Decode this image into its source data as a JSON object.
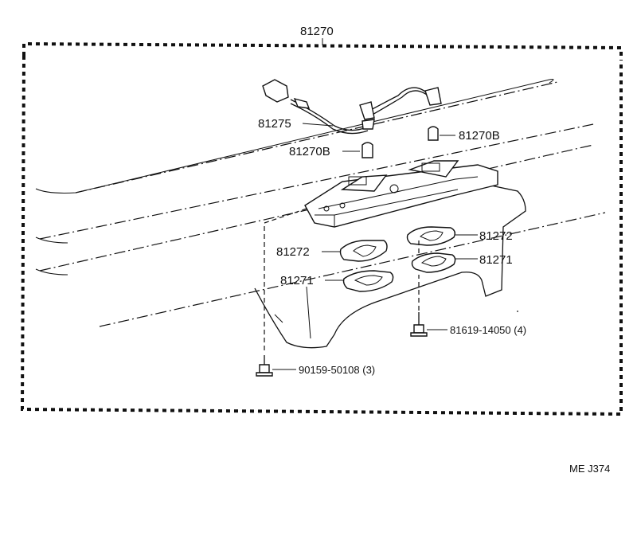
{
  "labels": {
    "assembly": "81270",
    "wire": "81275",
    "bulb_left": "81270B",
    "bulb_right": "81270B",
    "gasket_left": "81272",
    "gasket_right": "81272",
    "lens_left": "81271",
    "lens_right": "81271",
    "screw_right": "81619-14050 (4)",
    "screw_left": "90159-50108 (3)",
    "diagram_code": "ME J374"
  }
}
